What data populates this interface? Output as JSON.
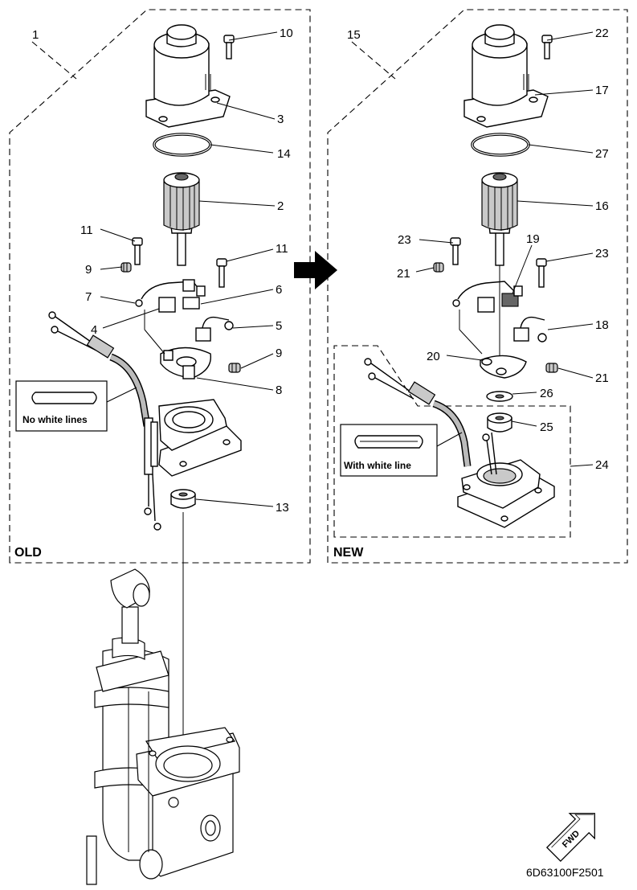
{
  "diagram": {
    "sections": {
      "old": {
        "label": "OLD",
        "group_number": "1"
      },
      "new": {
        "label": "NEW",
        "group_number": "15"
      }
    },
    "notes": {
      "old": "No white lines",
      "new": "With white line"
    },
    "callouts": {
      "old": [
        "10",
        "3",
        "14",
        "2",
        "11",
        "11",
        "9",
        "6",
        "7",
        "5",
        "4",
        "9",
        "8",
        "13"
      ],
      "new": [
        "22",
        "17",
        "27",
        "16",
        "23",
        "19",
        "23",
        "21",
        "18",
        "20",
        "21",
        "26",
        "25",
        "24"
      ]
    },
    "drawing_code": "6D63100F2501",
    "fwd_label": "FWD"
  }
}
